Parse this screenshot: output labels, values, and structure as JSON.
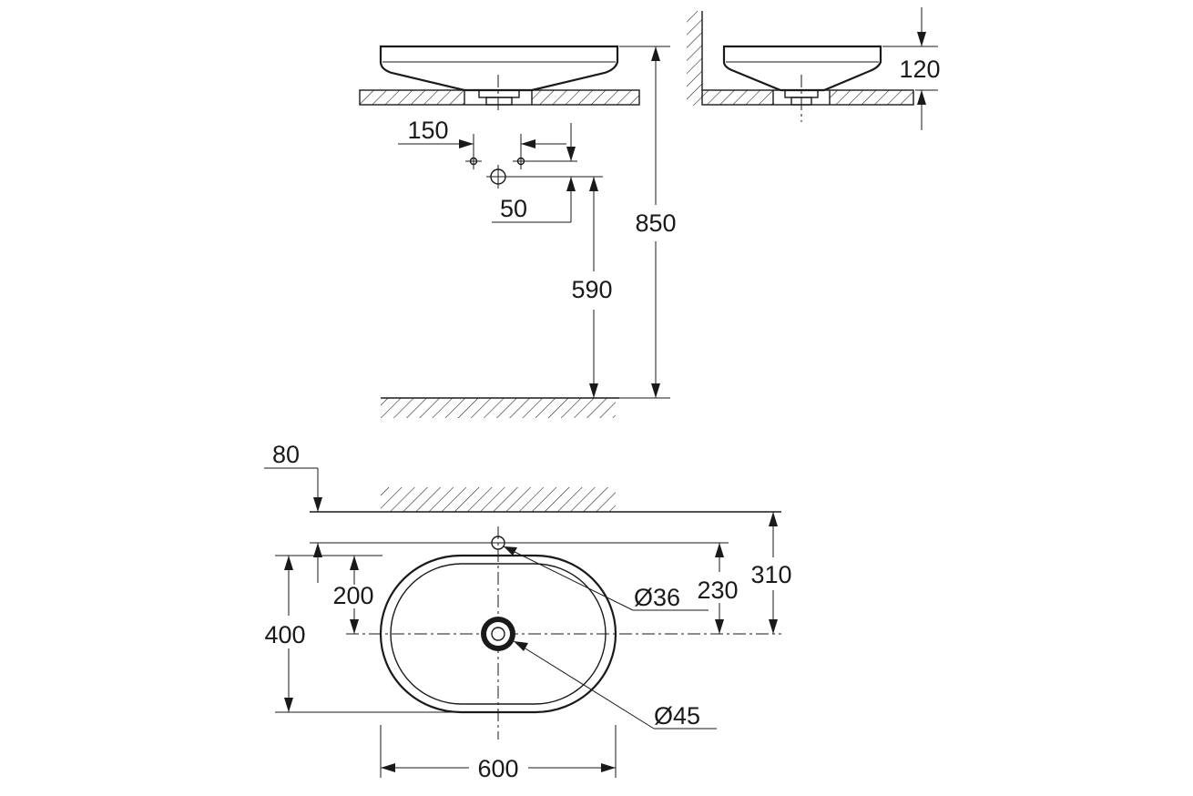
{
  "dimensions": {
    "d150": "150",
    "d50": "50",
    "d850": "850",
    "d590": "590",
    "d120": "120",
    "d80": "80",
    "d200": "200",
    "d400": "400",
    "d230": "230",
    "d310": "310",
    "d36": "Ø36",
    "d45": "Ø45",
    "d600": "600"
  },
  "colors": {
    "line": "#1a1a1a",
    "background": "#ffffff"
  }
}
